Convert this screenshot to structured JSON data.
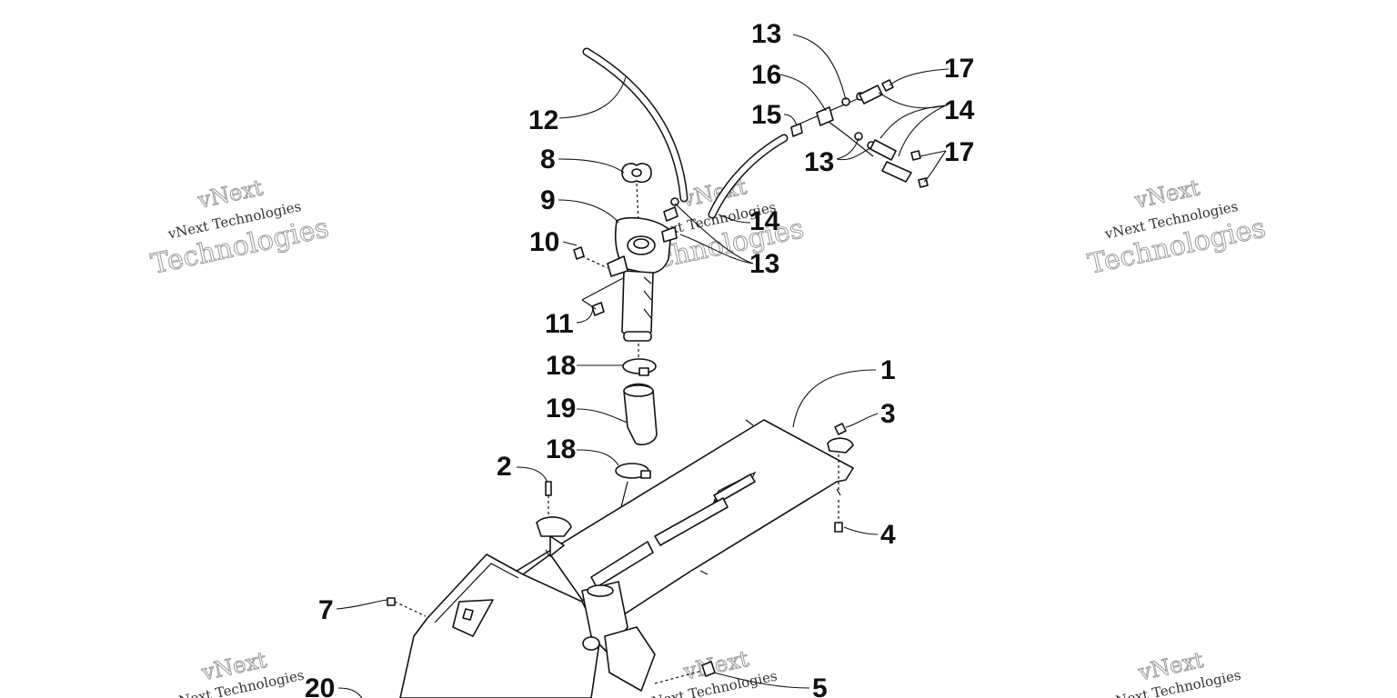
{
  "callouts": {
    "c1": "1",
    "c2": "2",
    "c3": "3",
    "c4": "4",
    "c5": "5",
    "c7": "7",
    "c8": "8",
    "c9": "9",
    "c10": "10",
    "c11": "11",
    "c12": "12",
    "c13a": "13",
    "c13b": "13",
    "c13c": "13",
    "c14a": "14",
    "c14b": "14",
    "c15": "15",
    "c16": "16",
    "c17a": "17",
    "c17b": "17",
    "c18a": "18",
    "c18b": "18",
    "c19": "19",
    "c20": "20"
  },
  "watermark": {
    "brand_top": "vNext",
    "brand_line": "vNext Technologies",
    "brand_big": "Technologies"
  },
  "colors": {
    "line": "#111111",
    "watermark": "#9a9a9a",
    "background": "#ffffff"
  }
}
